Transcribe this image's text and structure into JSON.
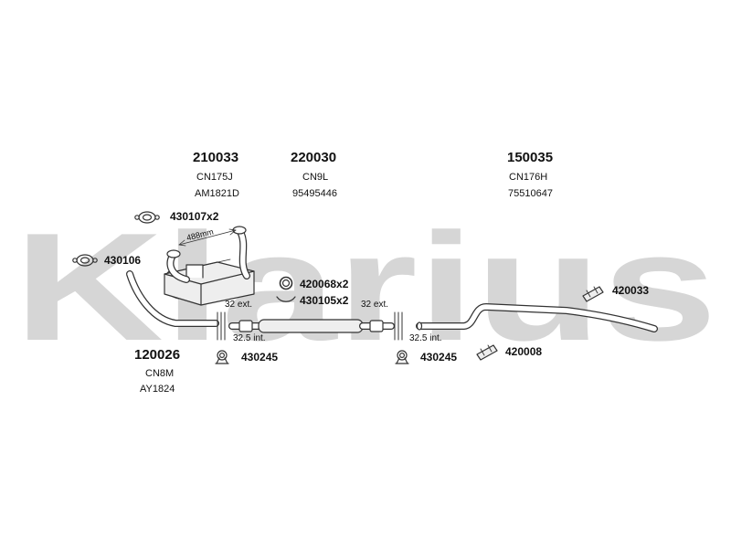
{
  "watermark": {
    "text": "Klarius",
    "color": "#d6d6d6"
  },
  "colors": {
    "line": "#333333",
    "pipe_fill": "#ffffff",
    "part_fill": "#e8e8e8"
  },
  "groups": {
    "g210033": {
      "number": "210033",
      "ref": "CN175J",
      "code": "AM1821D"
    },
    "g220030": {
      "number": "220030",
      "ref": "CN9L",
      "code": "95495446"
    },
    "g150035": {
      "number": "150035",
      "ref": "CN176H",
      "code": "75510647"
    },
    "g120026": {
      "number": "120026",
      "ref": "CN8M",
      "code": "AY1824"
    }
  },
  "parts": {
    "p430107": "430107x2",
    "p430106": "430106",
    "p420068": "420068x2",
    "p430105": "430105x2",
    "p420033": "420033",
    "p430245a": "430245",
    "p430245b": "430245",
    "p420008": "420008"
  },
  "dims": {
    "d488": "488mm",
    "ext_left": "32 ext.",
    "ext_right": "32 ext.",
    "int_left": "32.5 int.",
    "int_right": "32.5 int."
  }
}
